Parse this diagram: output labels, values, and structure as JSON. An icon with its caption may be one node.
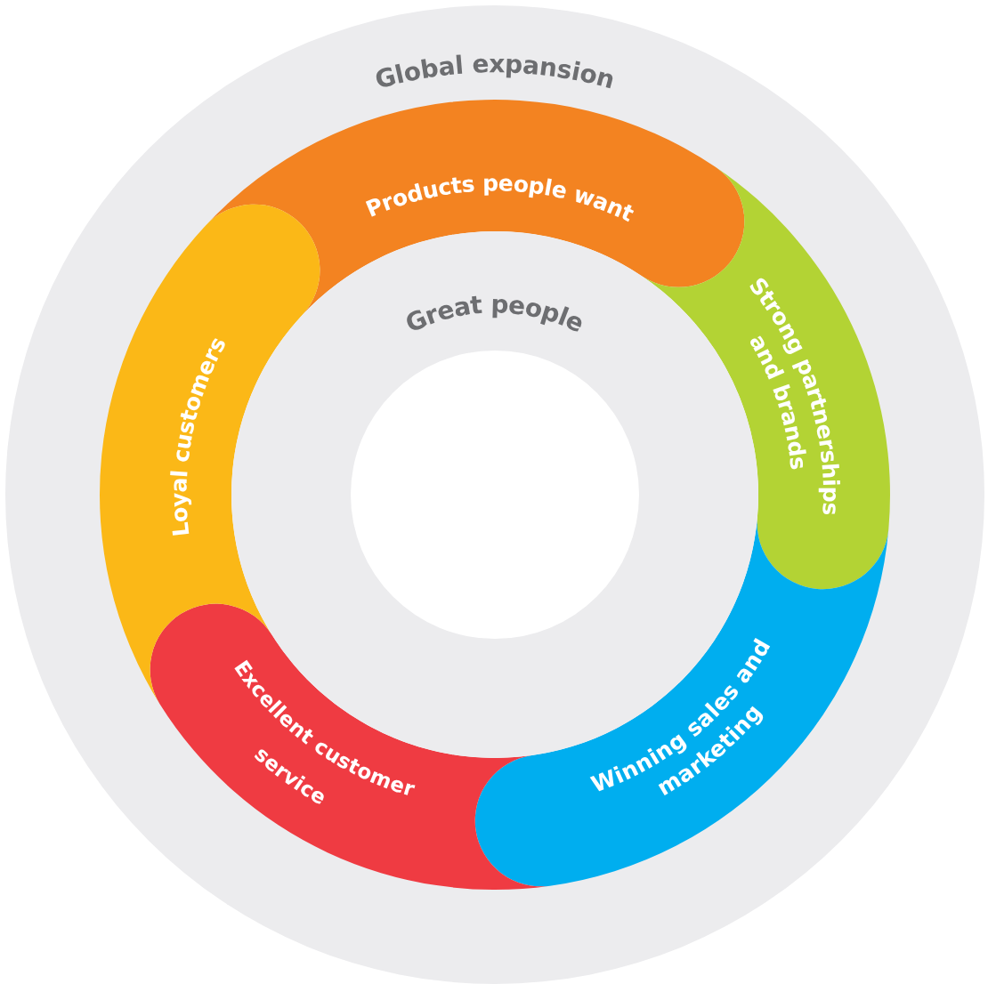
{
  "diagram": {
    "nodes": [
      {
        "text": [
          "Global expansion"
        ]
      },
      {
        "text": [
          "Products people want"
        ],
        "in": 0
      },
      {
        "text": [
          "Strong partnerships and brands"
        ],
        "in": 0
      },
      {
        "text": [
          "Winning sales and marketing"
        ],
        "in": 0
      },
      {
        "text": [
          "Excellent customer service"
        ],
        "in": 0
      },
      {
        "text": [
          "Loyal customers"
        ],
        "in": 0
      },
      {
        "text": [
          "Great people"
        ],
        "in": 0
      }
    ]
  }
}
